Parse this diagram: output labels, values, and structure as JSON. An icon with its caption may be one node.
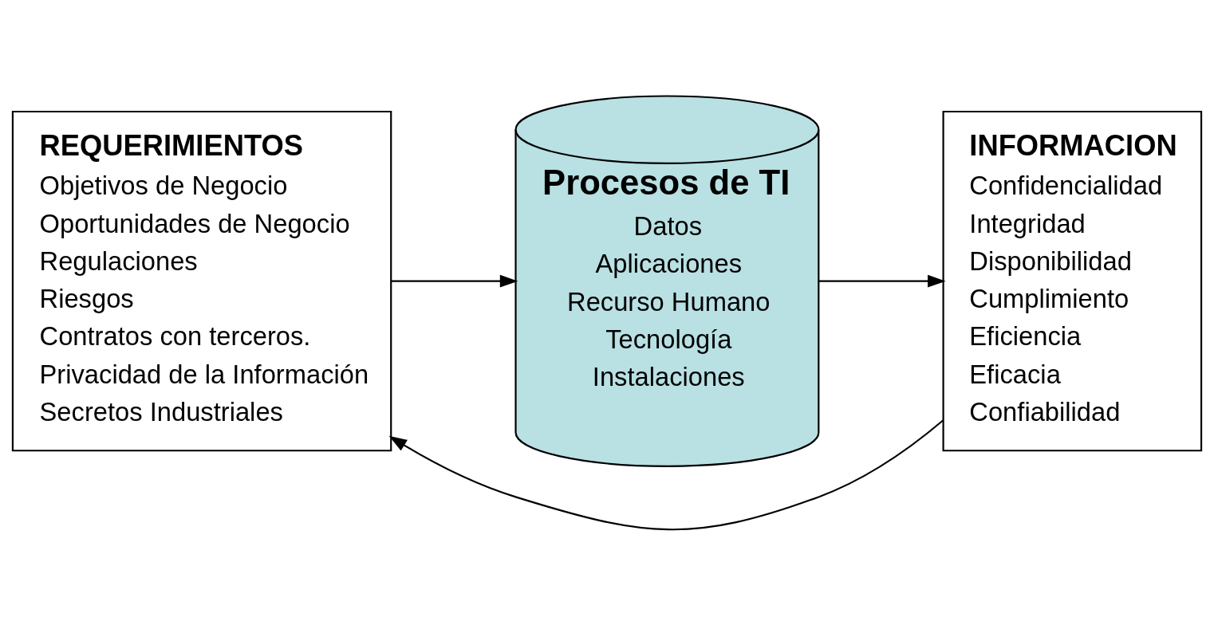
{
  "diagram": {
    "nodes": [
      {
        "text": [
          "REQUERIMIENTOS",
          "Objetivos de Negocio",
          "Oportunidades de Negocio",
          "Regulaciones",
          "Riesgos",
          "Contratos con terceros.",
          "Privacidad de la Información",
          "Secretos Industriales"
        ]
      },
      {
        "text": [
          "Procesos de TI",
          "Datos",
          "Aplicaciones",
          "Recurso Humano",
          "Tecnología",
          "Instalaciones"
        ]
      },
      {
        "text": [
          "INFORMACION",
          "Confidencialidad",
          "Integridad",
          "Disponibilidad",
          "Cumplimiento",
          "Eficiencia",
          "Eficacia",
          "Confiabilidad"
        ]
      }
    ],
    "edges": [
      {
        "from": 0,
        "to": 1,
        "arrow": "to"
      },
      {
        "from": 1,
        "to": 2,
        "arrow": "to"
      },
      {
        "from": 2,
        "to": 0,
        "arrow": "to"
      }
    ]
  }
}
